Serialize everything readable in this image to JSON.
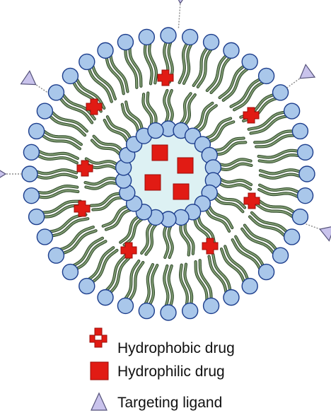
{
  "colors": {
    "head_fill": "#a9c7ea",
    "head_stroke": "#1c3d8c",
    "tail_fill": "#7f9a72",
    "tail_stroke": "#2f4a2a",
    "core_fill": "#ddf1f3",
    "drug": "#e11b14",
    "drug_stroke": "#9a0c08",
    "ligand_fill": "#c9c3ec",
    "ligand_stroke": "#55527a",
    "linker": "#8a8a8a"
  },
  "icons": {
    "hydrophobic": "red-cross-icon",
    "hydrophilic": "red-square-icon",
    "ligand": "lavender-triangle-icon"
  },
  "legend": [
    {
      "icon": "hydrophobic",
      "label": "Hydrophobic drug"
    },
    {
      "icon": "hydrophilic",
      "label": "Hydrophilic drug"
    },
    {
      "icon": "ligand",
      "label": "Targeting ligand"
    }
  ]
}
